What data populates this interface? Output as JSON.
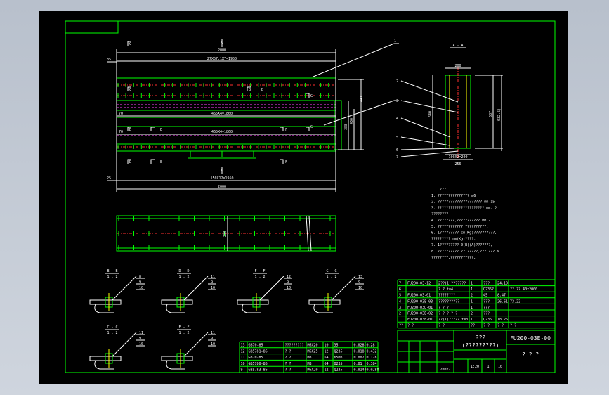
{
  "main_view": {
    "top_dims": [
      "2000",
      "27X57.1X7=1950"
    ],
    "left_dims": [
      "35",
      "25"
    ],
    "mid_dims": [
      "465X4=1860",
      "465X4=1860"
    ],
    "bottom_dims": [
      "150X12=1950",
      "2000"
    ],
    "right_dims": [
      "441",
      "388",
      "400"
    ],
    "left_small": [
      "70",
      "70"
    ],
    "section_marks": [
      "A",
      "A",
      "C",
      "C",
      "D",
      "D",
      "B",
      "B",
      "E",
      "E",
      "F",
      "F",
      "G",
      "G"
    ]
  },
  "section_aa": {
    "title": "A - A",
    "dims": [
      "200",
      "256",
      "100X2=200",
      "640",
      "687",
      "(632.5)"
    ],
    "callouts": [
      "1",
      "2",
      "3",
      "4",
      "5",
      "6",
      "7"
    ]
  },
  "plan_dim": "286",
  "notes": [
    "???",
    "1. ??????????????? m6",
    "2. ????????????????????? mm 15",
    "3. ?????????????????????? mm, 2",
    "   ????????",
    "4. ????????,??????????? mm 2",
    "5. ????????????,??????????,",
    "6. 1????????? cm(Kg)??????????,",
    "   ????????? cm(Kg)????,",
    "7. 1????????? 0(B)(A)???????,",
    "8. ?????????? ??.?????,??? ??? 6",
    "   ????????,???????????,"
  ],
  "section_views": [
    {
      "title": "B - B",
      "scale": "1 : 2",
      "nums": [
        "8",
        "9",
        "10"
      ]
    },
    {
      "title": "D - D",
      "scale": "1 : 2",
      "nums": [
        "11",
        "9",
        "10"
      ]
    },
    {
      "title": "F - F",
      "scale": "1 : 2",
      "nums": [
        "12",
        "9",
        "10"
      ]
    },
    {
      "title": "G - G",
      "scale": "1 : 2",
      "nums": [
        "13",
        "9",
        "10"
      ]
    },
    {
      "title": "C - C",
      "scale": "1 : 2",
      "nums": [
        "11",
        "9",
        "10"
      ]
    },
    {
      "title": "E - E",
      "scale": "1 : 2",
      "nums": [
        "11",
        "9",
        "10"
      ]
    }
  ],
  "bom_upper": [
    [
      "7",
      "FU200-03-12",
      "2??(1)???????",
      "1",
      "???",
      "24.19",
      ""
    ],
    [
      "6",
      "",
      "?    ?    t=4",
      "1",
      "Q235?",
      "",
      "?? ?? 40x2000"
    ],
    [
      "5",
      "FU200-03-01",
      "????????",
      "2",
      "45",
      "8.47",
      ""
    ],
    [
      "4",
      "FU200-03E-03",
      "??????????",
      "1",
      "???",
      "26.61",
      "73.22"
    ],
    [
      "3",
      "FU200-03U-01",
      "? ?  ?",
      "1",
      "???",
      "",
      ""
    ],
    [
      "2",
      "FU200-03E-02",
      "? ? ? ? ?",
      "2",
      "???",
      "",
      ""
    ],
    [
      "1",
      "FU200-03E-01",
      "??(1)????? t=3",
      "1",
      "Q235",
      "18.25",
      ""
    ],
    [
      "??",
      "?   ?",
      "?   ?",
      "??",
      "?  ?",
      "?  ?",
      "?  ?"
    ]
  ],
  "bom_lower": [
    [
      "13",
      "GB70-85",
      "?????????",
      "M6X20",
      "10",
      "35",
      "0.028",
      "0.28"
    ],
    [
      "12",
      "GB5781-86",
      "?  ?",
      "M6X25",
      "12",
      "Q235",
      "0.018",
      "0.432"
    ],
    [
      "11",
      "GB70-85",
      "?  ?",
      "M8",
      "64",
      "65Mn",
      "0.002",
      "0.128"
    ],
    [
      "10",
      "GB5780-86",
      "?  ?",
      "M8",
      "64",
      "Q235",
      "0.01",
      "0.384"
    ],
    [
      "9",
      "GB5783-86",
      "?  ?",
      "M6X20",
      "12",
      "Q235",
      "0.0144",
      "0.0288"
    ]
  ],
  "title_block": {
    "name_line1": "???",
    "name_line2": "(?????????)",
    "drawing_no": "FU200-03E-00",
    "company": "? ? ?",
    "scale": "1:20",
    "sheet": "1",
    "of": "10",
    "date": "2002?"
  }
}
